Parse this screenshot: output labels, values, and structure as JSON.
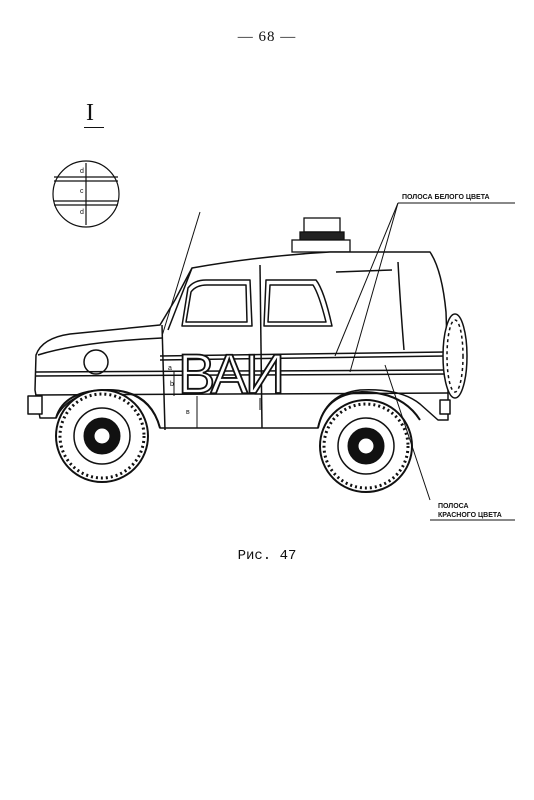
{
  "page": {
    "number": "— 68 —"
  },
  "figure": {
    "view_marker": "I",
    "caption": "Рис. 47",
    "vehicle_lettering": "ВАИ",
    "callouts": {
      "white_stripe": "ПОЛОСА БЕЛОГО ЦВЕТА",
      "red_stripe_line1": "ПОЛОСА",
      "red_stripe_line2": "КРАСНОГО ЦВЕТА"
    },
    "detail_dims": {
      "top": "d",
      "middle": "c",
      "bottom": "d"
    },
    "vehicle_dims": {
      "a": "a",
      "b": "b",
      "v": "в"
    }
  }
}
